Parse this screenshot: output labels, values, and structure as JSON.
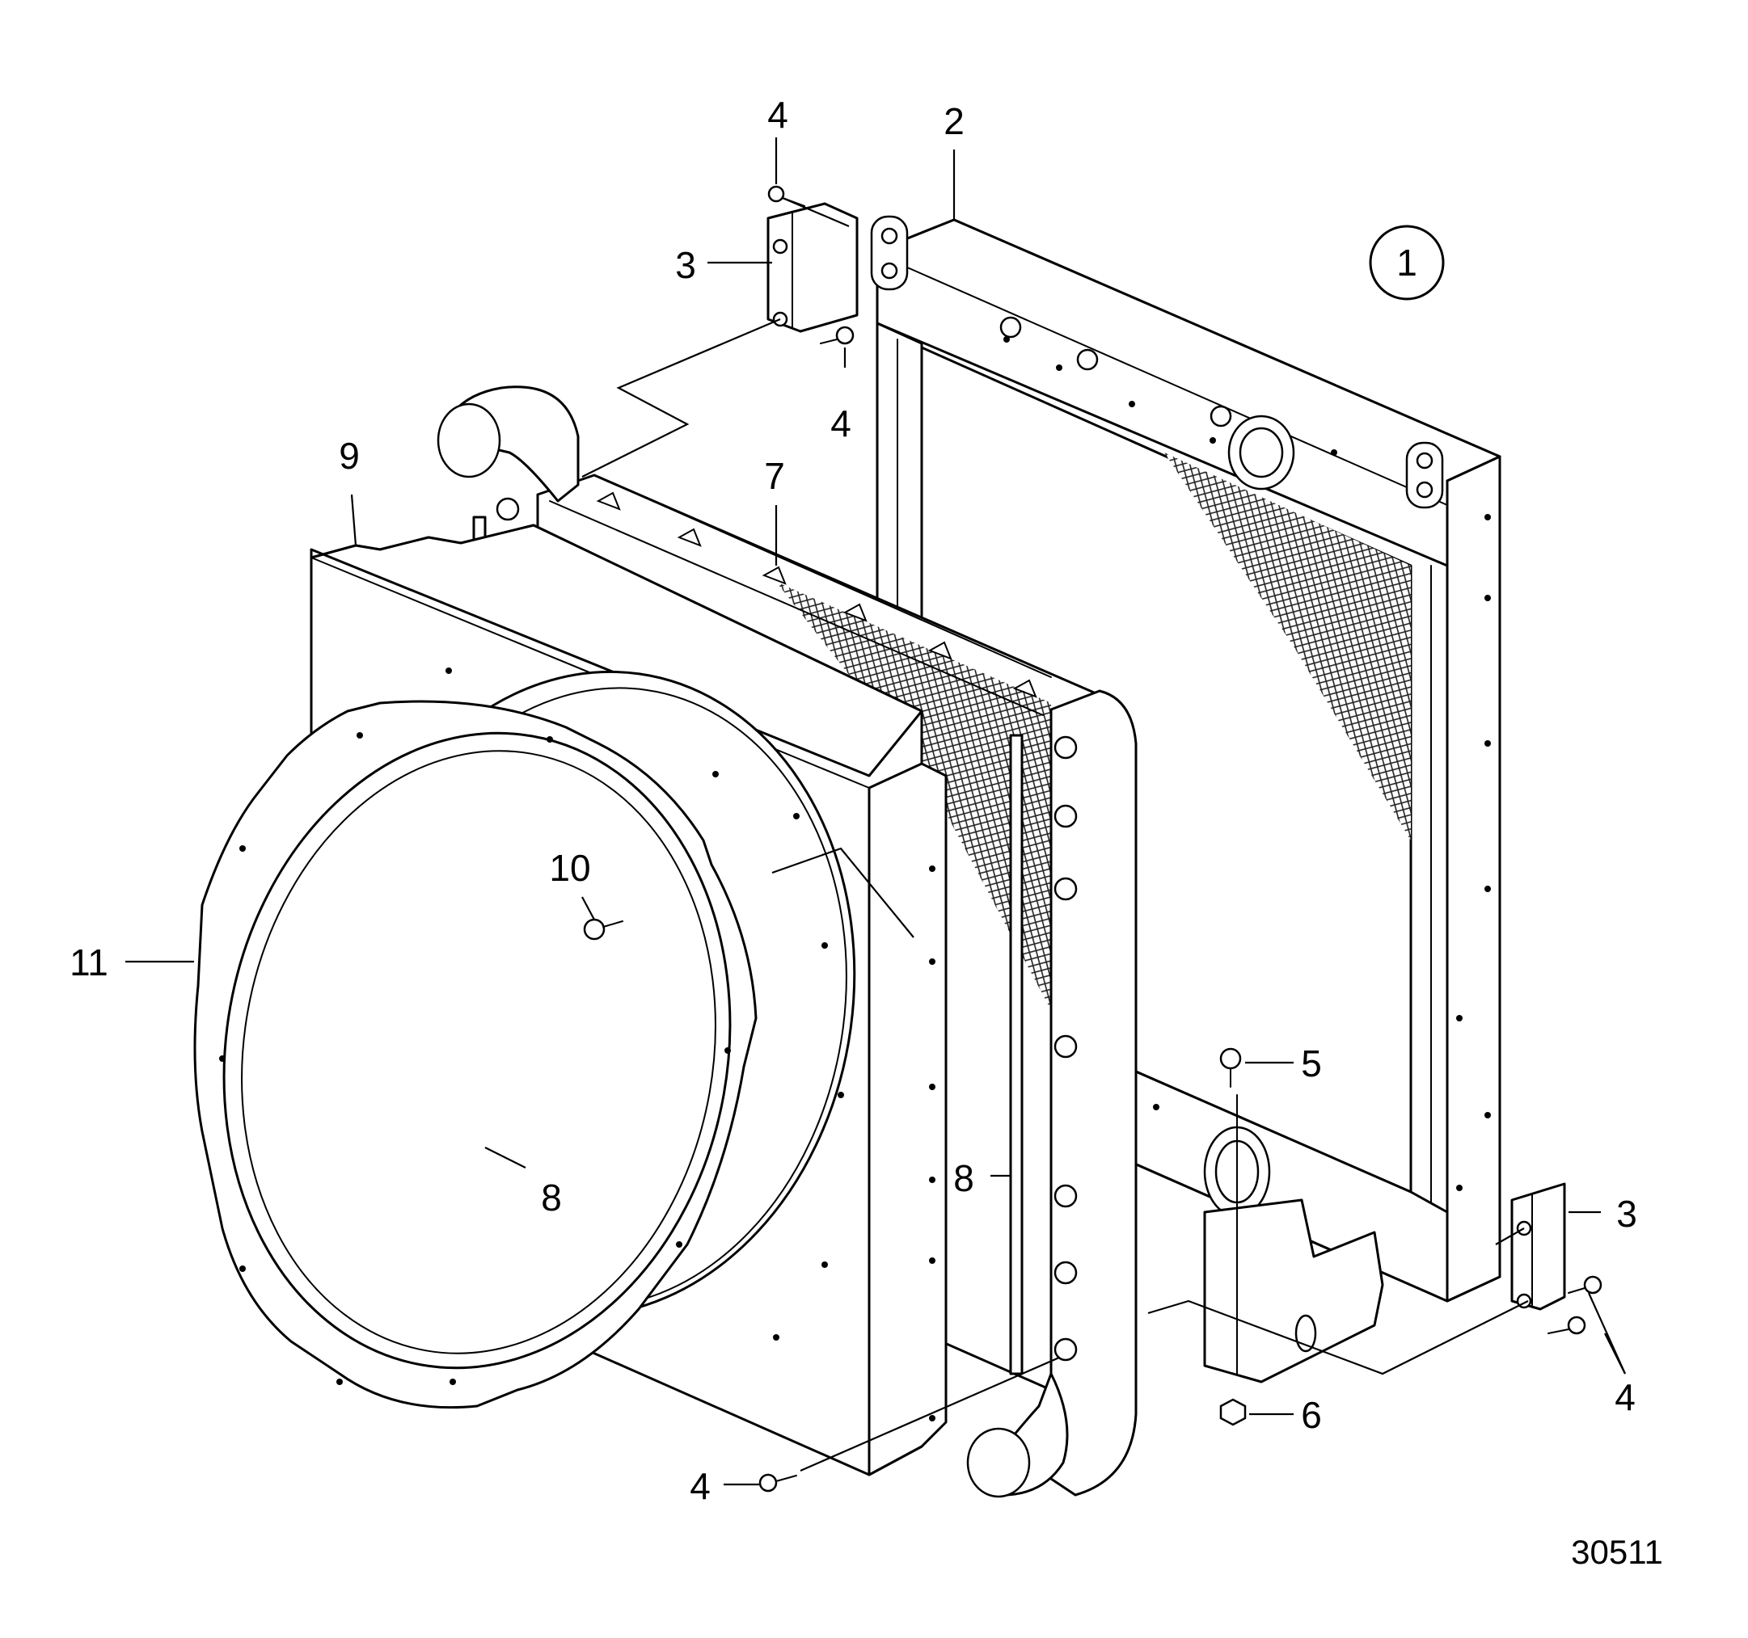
{
  "diagram": {
    "figure_number": "30511",
    "assembly_marker": "1",
    "callouts": [
      {
        "id": "c4a",
        "label": "4"
      },
      {
        "id": "c2",
        "label": "2"
      },
      {
        "id": "c3a",
        "label": "3"
      },
      {
        "id": "c4b",
        "label": "4"
      },
      {
        "id": "c9",
        "label": "9"
      },
      {
        "id": "c7",
        "label": "7"
      },
      {
        "id": "c10",
        "label": "10"
      },
      {
        "id": "c11",
        "label": "11"
      },
      {
        "id": "c8a",
        "label": "8"
      },
      {
        "id": "c8b",
        "label": "8"
      },
      {
        "id": "c5",
        "label": "5"
      },
      {
        "id": "c3b",
        "label": "3"
      },
      {
        "id": "c4c",
        "label": "4"
      },
      {
        "id": "c6",
        "label": "6"
      },
      {
        "id": "c4d",
        "label": "4"
      }
    ]
  }
}
